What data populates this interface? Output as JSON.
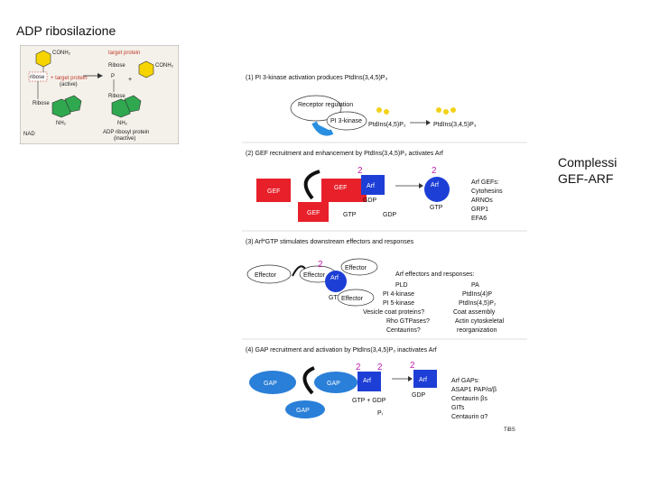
{
  "slide": {
    "title": "ADP ribosilazione",
    "caption_line1": "Complessi",
    "caption_line2": "GEF-ARF"
  },
  "adp_panel": {
    "conh2_top": "CONH₂",
    "ribose_left": "ribose",
    "ribose_mid": "Ribose",
    "target_protein_label": "target protein",
    "target_protein_active": "+ target protein",
    "active": "(active)",
    "target_protein_top": "target protein",
    "conh2_right": "CONH₂",
    "plus": "+",
    "p": "P",
    "ribose_bottom_left": "Ribose",
    "ribose_bottom_mid": "Ribose",
    "nh2_left": "NH₂",
    "nh2_mid": "NH₂",
    "nad": "NAD",
    "adp_ribosyl_protein": "ADP ribosyl protein",
    "inactive": "(inactive)"
  },
  "pathway": {
    "step1_title": "(1) PI 3-kinase activation produces PtdIns(3,4,5)P₃",
    "receptor_regulation": "Receptor regulation",
    "pi3kinase": "PI 3-kinase",
    "ptdins45": "PtdIns(4,5)P₂",
    "ptdins345": "PtdIns(3,4,5)P₃",
    "step2_title": "(2) GEF recruitment and enhancement by PtdIns(3,4,5)P₃ activates Arf",
    "gef": "GEF",
    "arf": "Arf",
    "gdp": "GDP",
    "gtp": "GTP",
    "arf_gefs": [
      "Arf GEFs:",
      "Cytohesins",
      "ARNOs",
      "GRP1",
      "EFA6"
    ],
    "step3_title": "(3) Arf*GTP stimulates downstream effectors and responses",
    "effector": "Effector",
    "arf_effectors_title": "Arf effectors and responses:",
    "effector_rows": [
      {
        "left": "PLD",
        "right": "PA"
      },
      {
        "left": "PI 4-kinase",
        "right": "PtdIns(4)P"
      },
      {
        "left": "PI 5-kinase",
        "right": "PtdIns(4,5)P₂"
      },
      {
        "left": "Vesicle coat proteins?",
        "right": "Coat assembly"
      },
      {
        "left": "Rho GTPases?",
        "right": "Actin cytoskeletal"
      },
      {
        "left": "Centaurins?",
        "right": "reorganization"
      }
    ],
    "step4_title": "(4) GAP recruitment and activation by PtdIns(3,4,5)P₃ inactivates Arf",
    "gap": "GAP",
    "pi": "Pᵢ",
    "gtp_plus_gdp": "GTP + GDP",
    "arf_gaps": [
      "Arf GAPs:",
      "ASAP1 PAP/α/β",
      "Centaurin βs",
      "GITs",
      "Centaurin α?"
    ],
    "figure_code": "TiBS"
  },
  "colors": {
    "gef_red": "#e8202a",
    "arf_blue": "#1e3fd6",
    "gap_blue": "#2a7fd8",
    "pi3k_blue": "#2a8fe0",
    "lipid_yellow": "#f2d21a",
    "magenta_phosphate": "#c020b0",
    "adp_yellow": "#f5d400",
    "adp_green": "#2fa84f"
  }
}
